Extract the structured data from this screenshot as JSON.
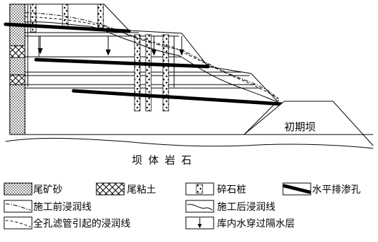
{
  "diagram": {
    "initial_dam_label": "初期坝",
    "dam_rock_label": "坝 体 岩 石"
  },
  "legend": {
    "tailings_sand": "尾矿砂",
    "tailings_clay": "尾粘土",
    "gravel_pile": "碎石桩",
    "horizontal_drain": "水平排渗孔",
    "phreatic_before": "施工前浸润线",
    "phreatic_after": "施工后浸润线",
    "phreatic_filter": "全孔滤管引起的浸润线",
    "water_through_layer": "库内水穿过隔水层"
  }
}
